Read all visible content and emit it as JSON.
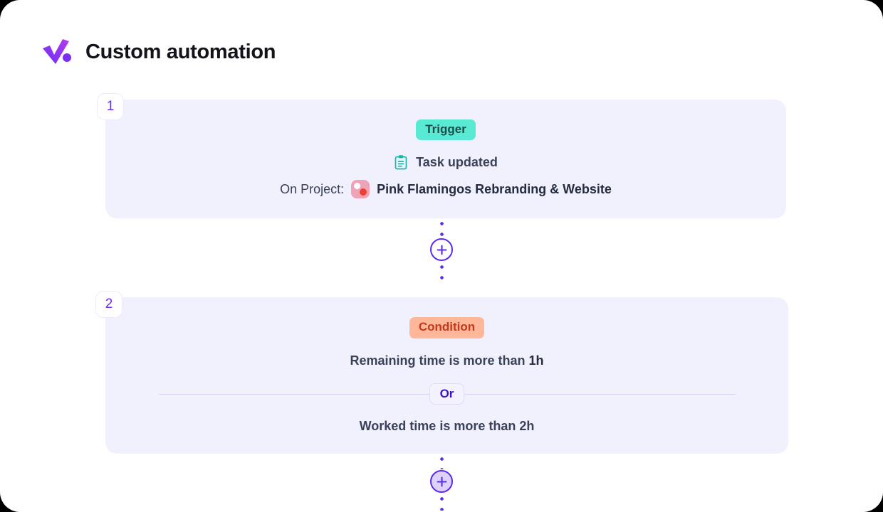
{
  "header": {
    "title": "Custom automation",
    "logo_icon": "check-mark-logo"
  },
  "flow": {
    "steps": [
      {
        "number": "1",
        "badge_label": "Trigger",
        "badge_kind": "trigger",
        "trigger": {
          "icon": "clipboard-icon",
          "label": "Task updated"
        },
        "project": {
          "prefix": "On Project:",
          "avatar_icon": "project-avatar-icon",
          "name": "Pink Flamingos Rebranding & Website"
        }
      },
      {
        "number": "2",
        "badge_label": "Condition",
        "badge_kind": "condition",
        "conditions": [
          {
            "text": "Remaining time is more than ",
            "value": "1h"
          },
          {
            "text": "Worked time is more than ",
            "value": "2h"
          }
        ],
        "operator": "Or"
      }
    ],
    "add_step_buttons": [
      {
        "name": "add-step-button-1",
        "icon": "plus-icon",
        "state": "default"
      },
      {
        "name": "add-step-button-2",
        "icon": "plus-icon",
        "state": "hover"
      }
    ]
  },
  "colors": {
    "accent_purple": "#5b2bf0",
    "card_background": "#f0f1fd",
    "trigger_badge": "#5ae9d3",
    "trigger_badge_text": "#1d4e4b",
    "condition_badge": "#ffb79a",
    "condition_badge_text": "#c5381b",
    "text_primary": "#262b40",
    "text_secondary": "#3b4159",
    "divider": "#d8d4f5",
    "project_avatar": "#f0a2b6"
  }
}
